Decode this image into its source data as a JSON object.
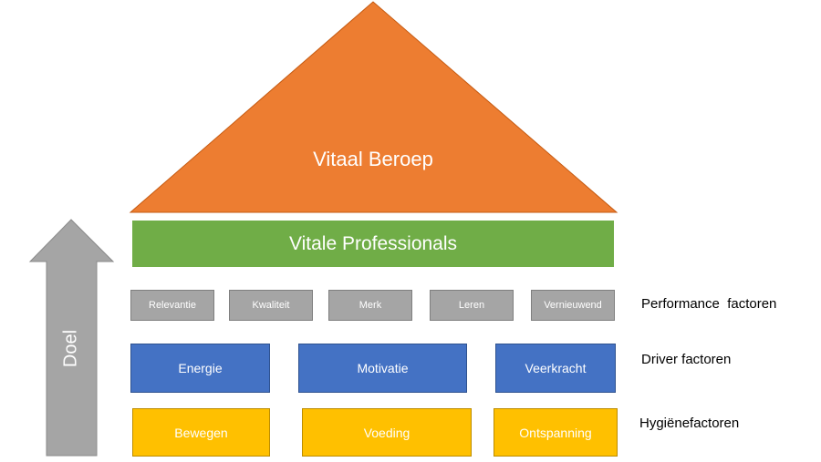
{
  "roof": {
    "label": "Vitaal Beroep",
    "color": "#ed7d31"
  },
  "band": {
    "label": "Vitale Professionals",
    "color": "#70ad47"
  },
  "arrow": {
    "label": "Doel",
    "color": "#a5a5a5"
  },
  "performance": {
    "label": "Performance  factoren",
    "items": [
      "Relevantie",
      "Kwaliteit",
      "Merk",
      "Leren",
      "Vernieuwend"
    ]
  },
  "drivers": {
    "label": "Driver factoren",
    "items": [
      "Energie",
      "Motivatie",
      "Veerkracht"
    ]
  },
  "hygiene": {
    "label": "Hygiënefactoren",
    "items": [
      "Bewegen",
      "Voeding",
      "Ontspanning"
    ]
  }
}
